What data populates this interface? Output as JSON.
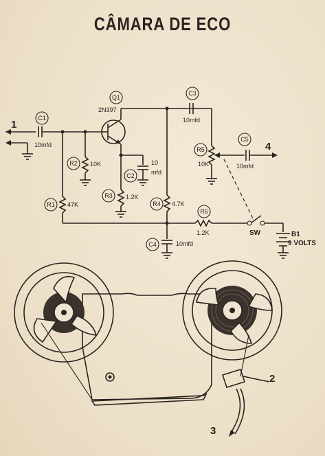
{
  "title": "CÂMARA DE ECO",
  "components": {
    "q1": {
      "ref": "Q1",
      "part": "2N397"
    },
    "c1": {
      "ref": "C1",
      "value": "10mfd"
    },
    "c2": {
      "ref": "C2",
      "value_a": "10",
      "value_b": "mfd"
    },
    "c3": {
      "ref": "C3",
      "value": "10mfd"
    },
    "c4": {
      "ref": "C4",
      "value": "10mfd"
    },
    "c5": {
      "ref": "C5",
      "value": "10mfd"
    },
    "r1": {
      "ref": "R1",
      "value": "47K"
    },
    "r2": {
      "ref": "R2",
      "value": "10K"
    },
    "r3": {
      "ref": "R3",
      "value": "1.2K"
    },
    "r4": {
      "ref": "R4",
      "value": "4.7K"
    },
    "r5": {
      "ref": "R5",
      "value": "10K"
    },
    "r6": {
      "ref": "R6",
      "value": "1.2K"
    },
    "sw": {
      "ref": "SW"
    },
    "b1": {
      "ref": "B1",
      "value": "9 VOLTS"
    }
  },
  "callouts": {
    "input": "1",
    "head": "2",
    "tape": "3",
    "output": "4"
  },
  "colors": {
    "paper": "#efe4cf",
    "ink": "#2a2420"
  }
}
